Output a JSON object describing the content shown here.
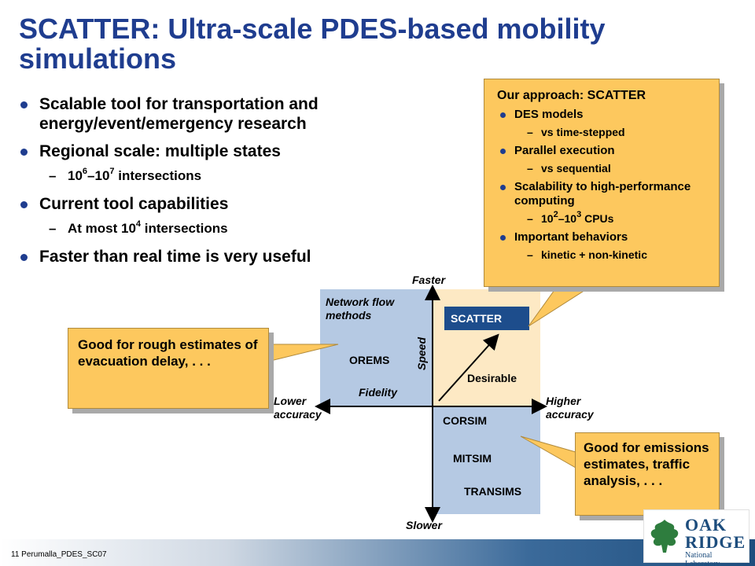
{
  "title": "SCATTER: Ultra-scale PDES-based mobility simulations",
  "bullets": [
    {
      "text": "Scalable tool for transportation and energy/event/emergency research"
    },
    {
      "text": "Regional scale: multiple states",
      "sub": {
        "prefix": "10",
        "sup1": "6",
        "mid": "–10",
        "sup2": "7",
        "suffix": " intersections"
      }
    },
    {
      "text": "Current tool capabilities",
      "sub": {
        "prefix": "At most 10",
        "sup1": "4",
        "suffix": " intersections"
      }
    },
    {
      "text": "Faster than real time is very useful"
    }
  ],
  "approach": {
    "heading": "Our approach: SCATTER",
    "items": [
      {
        "label": "DES models",
        "sub": "vs time-stepped"
      },
      {
        "label": "Parallel execution",
        "sub": "vs sequential"
      },
      {
        "label": "Scalability to high-performance computing",
        "sub_prefix": "10",
        "sub_sup1": "2",
        "sub_mid": "–10",
        "sub_sup2": "3",
        "sub_suffix": " CPUs"
      },
      {
        "label": "Important behaviors",
        "sub": "kinetic + non-kinetic"
      }
    ]
  },
  "callouts": {
    "left": "Good for rough estimates of evacuation delay, . . .",
    "right": "Good for emissions estimates, traffic analysis, . . ."
  },
  "diagram": {
    "faster": "Faster",
    "slower": "Slower",
    "lower": "Lower accuracy",
    "higher": "Higher accuracy",
    "network_flow": "Network flow methods",
    "orems": "OREMS",
    "fidelity": "Fidelity",
    "speed": "Speed",
    "scatter": "SCATTER",
    "desirable": "Desirable",
    "corsim": "CORSIM",
    "mitsim": "MITSIM",
    "transims": "TRANSIMS"
  },
  "footer": {
    "text": "11  Perumalla_PDES_SC07"
  },
  "logo": {
    "line1": "OAK",
    "line2": "RIDGE",
    "line3": "National Laboratory"
  },
  "colors": {
    "title": "#1f3d8f",
    "callout": "#fdc85e",
    "quad_blue": "#b5c9e3",
    "quad_cream": "#fde9c4",
    "scatter_box": "#1d4d8c"
  }
}
